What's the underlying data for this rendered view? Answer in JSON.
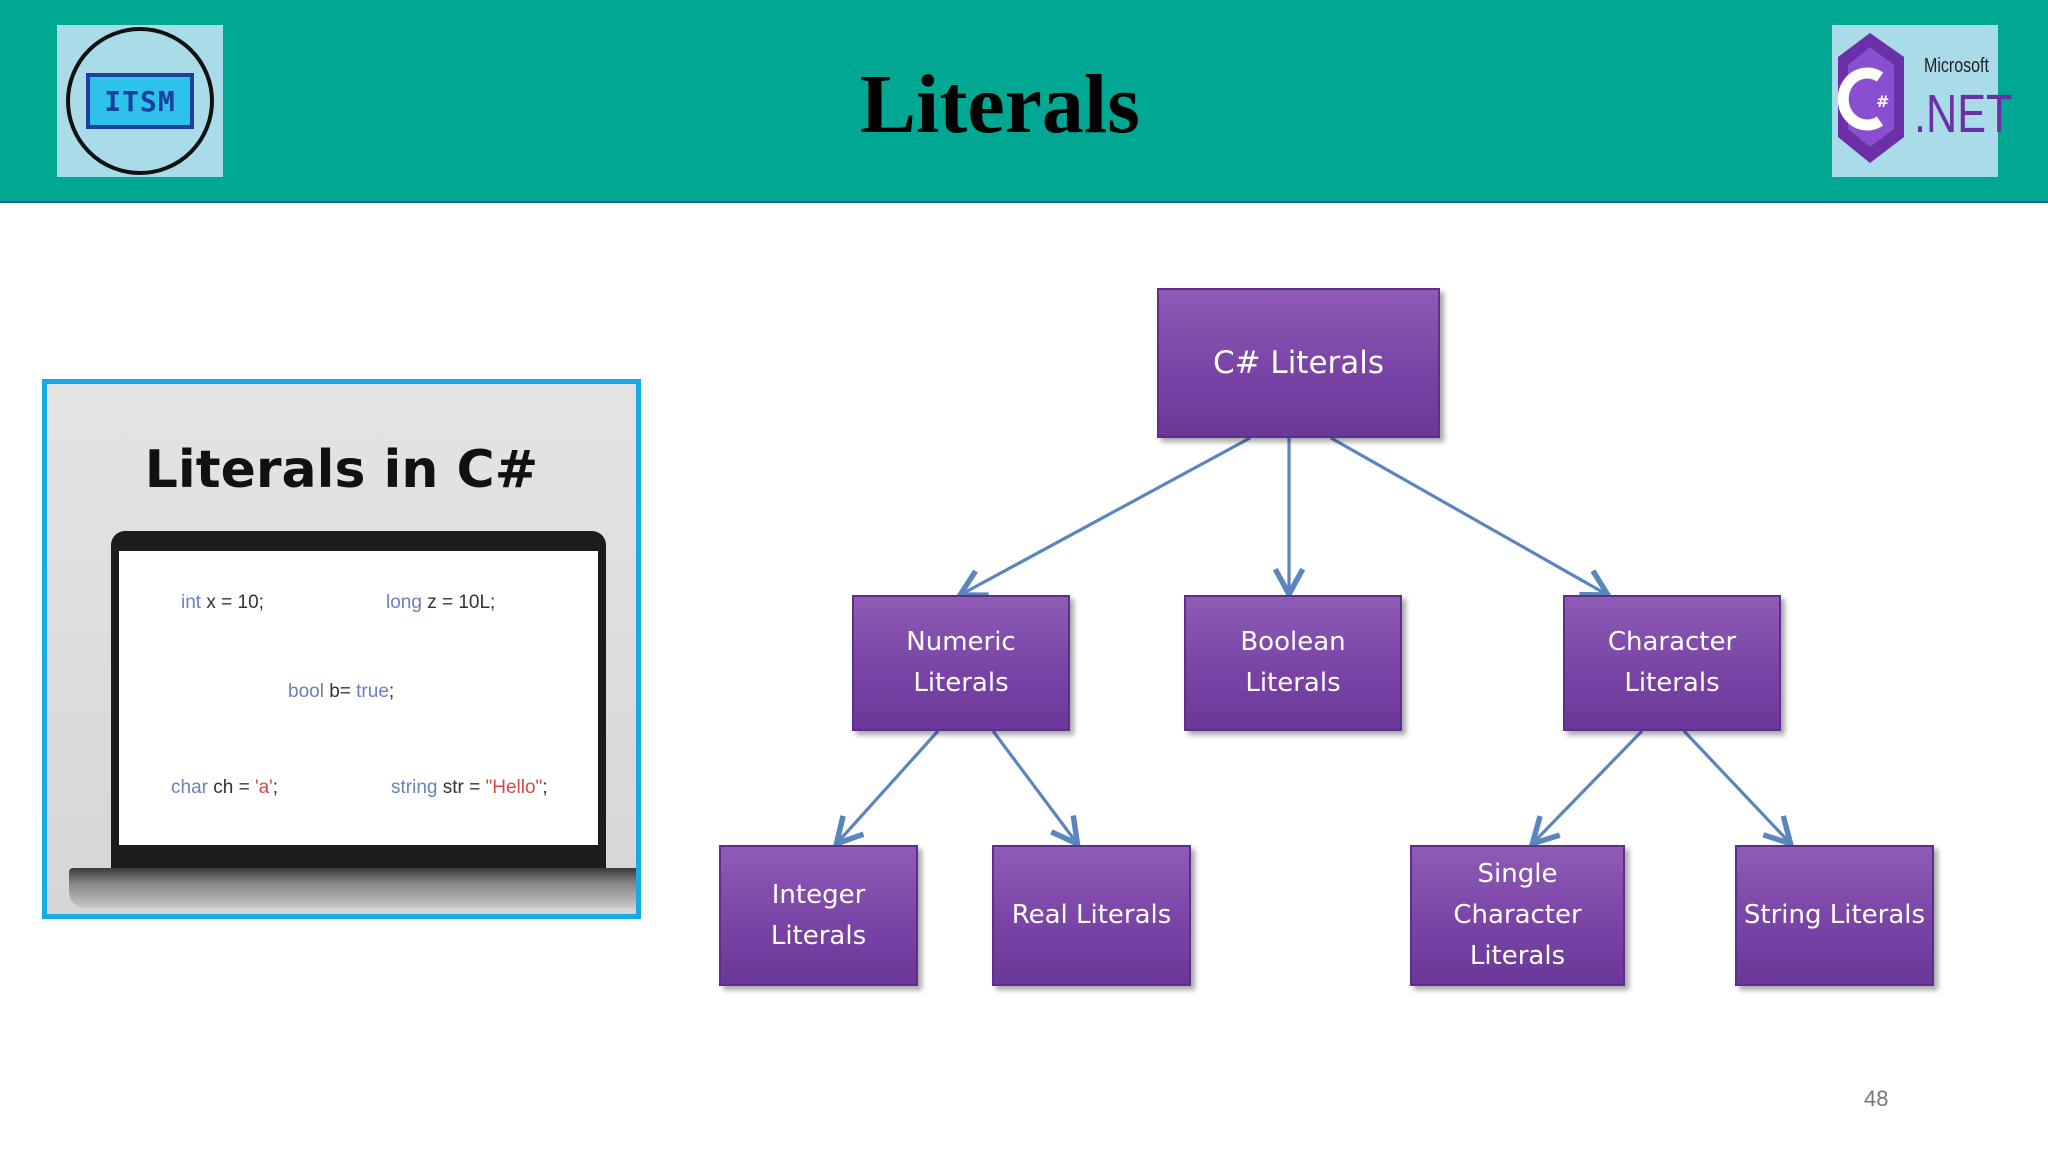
{
  "header": {
    "title": "Literals",
    "left_logo_text": "ITSM",
    "right_logo_brand": "Microsoft",
    "right_logo_product": ".NET",
    "right_logo_icon": "csharp-hexagon-icon",
    "background_color": "#00a894"
  },
  "picture": {
    "title": "Literals in C#",
    "code_lines": {
      "line1a": {
        "kw": "int",
        "rest": " x = 10;"
      },
      "line1b": {
        "kw": "long",
        "rest": " z = 10L;"
      },
      "line2": {
        "kw": "bool",
        "mid": " b= ",
        "kw2": "true",
        "end": ";"
      },
      "line3a": {
        "kw": "char",
        "mid": " ch = ",
        "str": "'a'",
        "end": ";"
      },
      "line3b": {
        "kw": "string",
        "mid": " str = ",
        "str": "\"Hello\"",
        "end": ";"
      }
    }
  },
  "diagram": {
    "root": "C# Literals",
    "numeric": "Numeric Literals",
    "boolean": "Boolean Literals",
    "character": "Character Literals",
    "integer": "Integer Literals",
    "real": "Real Literals",
    "single_char": "Single Character Literals",
    "string": "String Literals",
    "node_color": "#7a44a6",
    "connector_color": "#5a86c0"
  },
  "page_number": "48"
}
